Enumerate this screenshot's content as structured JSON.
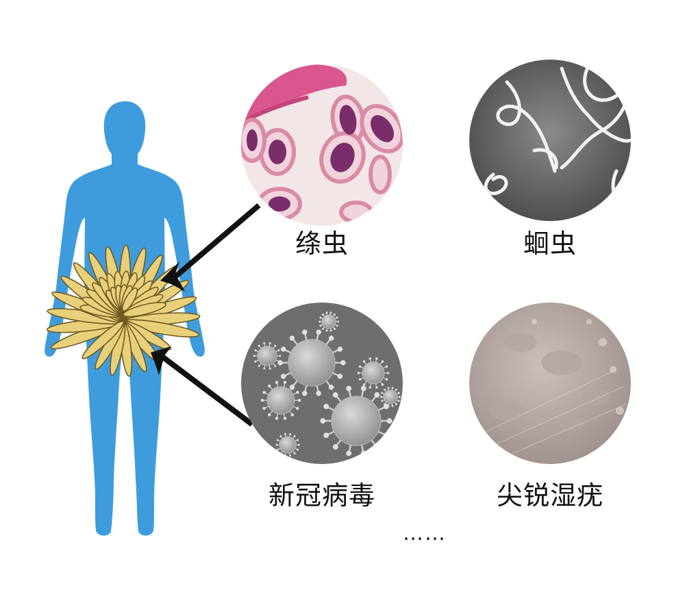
{
  "labels": {
    "tapeworm": "绦虫",
    "roundworm": "蛔虫",
    "covid": "新冠病毒",
    "condyloma": "尖锐湿疣",
    "ellipsis": "……"
  },
  "colors": {
    "body": "#3f9cdc",
    "flower": "#e8cf7a",
    "flower_stroke": "#6e5a22",
    "arrow": "#111111"
  },
  "icons": {
    "figure": "human-silhouette-icon",
    "flower": "chrysanthemum-icon"
  }
}
